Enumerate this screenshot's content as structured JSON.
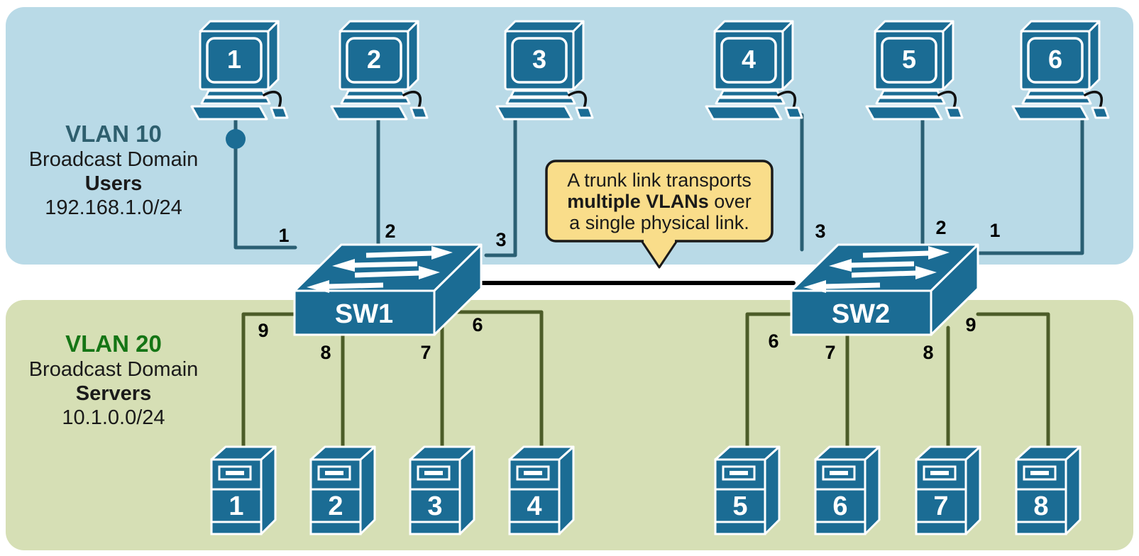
{
  "regions": {
    "vlan10": {
      "title": "VLAN 10",
      "subtitle": "Broadcast Domain",
      "role": "Users",
      "network": "192.168.1.0/24"
    },
    "vlan20": {
      "title": "VLAN 20",
      "subtitle": "Broadcast Domain",
      "role": "Servers",
      "network": "10.1.0.0/24"
    }
  },
  "callout": {
    "line1": "A trunk link transports",
    "line2_bold": "multiple VLANs",
    "line2_rest": " over",
    "line3": "a single physical link."
  },
  "switches": [
    {
      "name": "SW1"
    },
    {
      "name": "SW2"
    }
  ],
  "pcs": [
    {
      "label": "1",
      "port": "1"
    },
    {
      "label": "2",
      "port": "2"
    },
    {
      "label": "3",
      "port": "3"
    },
    {
      "label": "4",
      "port": "3"
    },
    {
      "label": "5",
      "port": "2"
    },
    {
      "label": "6",
      "port": "1"
    }
  ],
  "servers": [
    {
      "label": "1",
      "port": "9"
    },
    {
      "label": "2",
      "port": "8"
    },
    {
      "label": "3",
      "port": "7"
    },
    {
      "label": "4",
      "port": "6"
    },
    {
      "label": "5",
      "port": "6"
    },
    {
      "label": "6",
      "port": "7"
    },
    {
      "label": "7",
      "port": "8"
    },
    {
      "label": "8",
      "port": "9"
    }
  ],
  "colors": {
    "band_blue": "#B9DAE7",
    "band_green": "#D6DFB5",
    "device_blue": "#1B6C94",
    "vlan10_line": "#2A5F73",
    "vlan20_line": "#4C5C28",
    "trunk": "#000000",
    "callout_bg": "#F9DD8A",
    "vlan10_title": "#2E5F6E",
    "vlan20_title": "#157515"
  }
}
